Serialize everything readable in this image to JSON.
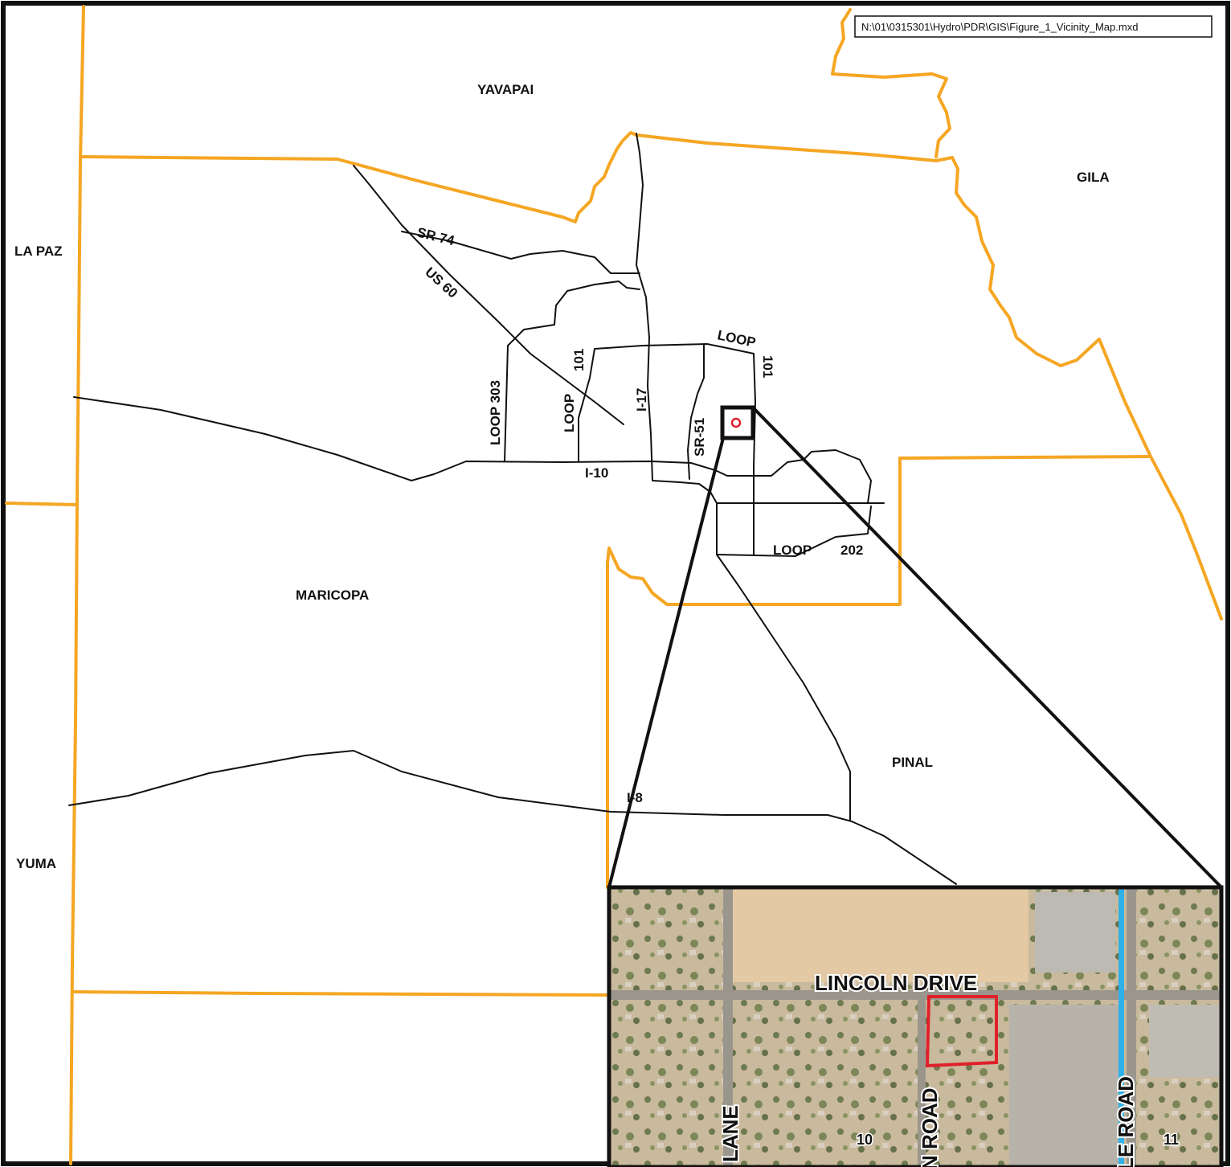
{
  "file_path_label": "N:\\01\\0315301\\Hydro\\PDR\\GIS\\Figure_1_Vicinity_Map.mxd",
  "counties": {
    "yavapai": "YAVAPAI",
    "gila": "GILA",
    "la_paz": "LA PAZ",
    "maricopa": "MARICOPA",
    "pinal": "PINAL",
    "yuma": "YUMA"
  },
  "highways": {
    "sr74": "SR 74",
    "us60": "US 60",
    "loop303": "LOOP 303",
    "loop101_west_a": "LOOP",
    "loop101_west_b": "101",
    "i17": "I-17",
    "sr51": "SR-51",
    "loop101_east_a": "LOOP",
    "loop101_east_b": "101",
    "i10": "I-10",
    "loop202_a": "LOOP",
    "loop202_b": "202",
    "i8": "I-8"
  },
  "inset": {
    "road_lincoln": "LINCOLN DRIVE",
    "road_lane": "LANE",
    "road_n_road": "N ROAD",
    "road_le_road": "LE ROAD",
    "section_10": "10",
    "section_11": "11"
  },
  "colors": {
    "county_boundary": "#f5a623",
    "highway": "#111111",
    "site_marker": "#e0202a",
    "canal": "#2fb0e8"
  }
}
